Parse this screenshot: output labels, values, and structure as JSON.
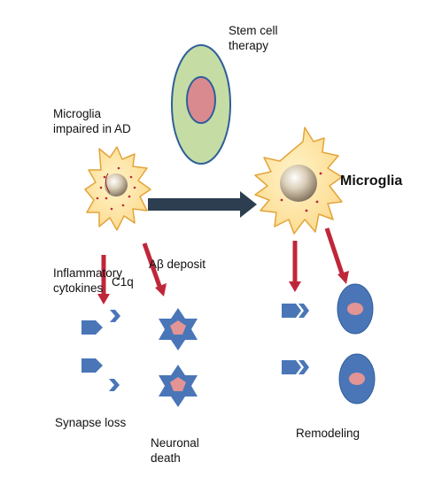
{
  "labels": {
    "stem_cell_line1": "Stem cell",
    "stem_cell_line2": "therapy",
    "microglia_impaired_line1": "Microglia",
    "microglia_impaired_line2": "impaired in AD",
    "microglia": "Microglia",
    "inflammatory_line1": "Inflammatory",
    "inflammatory_line2": "cytokines",
    "c1q": "C1q",
    "abeta_deposit": "Aβ deposit",
    "synapse_loss": "Synapse loss",
    "neuronal_death_line1": "Neuronal",
    "neuronal_death_line2": "death",
    "remodeling": "Remodeling"
  },
  "colors": {
    "stem_cell_outer": "#c5dda5",
    "stem_cell_inner": "#d98a8e",
    "microglia_body": "#fde3a0",
    "microglia_edge": "#e3a43a",
    "nucleus": "#c8b89a",
    "blue_shape": "#4a76b8",
    "pink_core": "#e39494",
    "red_arrow": "#c0263a",
    "dark_arrow": "#2c3e50"
  },
  "icons": [
    "stem-cell-icon",
    "impaired-microglia-icon",
    "healthy-microglia-icon",
    "synapse-icon",
    "neuron-star-icon",
    "remodeled-cell-icon"
  ]
}
